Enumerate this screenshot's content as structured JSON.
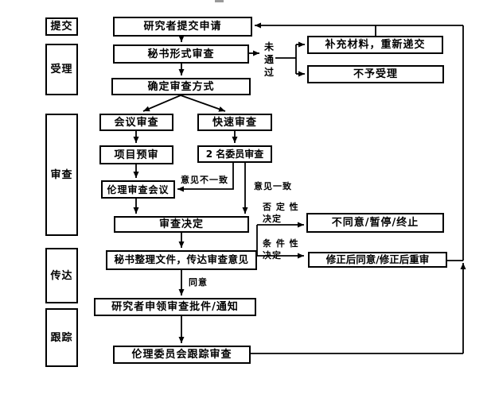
{
  "colors": {
    "line": "#000000",
    "background": "#ffffff"
  },
  "stages": [
    {
      "label": "提交"
    },
    {
      "label": "受理"
    },
    {
      "label": "审查"
    },
    {
      "label": "传达"
    },
    {
      "label": "跟踪"
    }
  ],
  "nodes": {
    "submit": "研究者提交申请",
    "formal_review": "秘书形式审查",
    "determine_method": "确定审查方式",
    "meeting_review": "会议审查",
    "project_preview": "项目预审",
    "ethics_meeting": "伦理审查会议",
    "expedited_review": "快速审查",
    "two_members_review": "2 名委员审查",
    "review_decision": "审查决定",
    "secretary_communicate": "秘书整理文件，传达审查意见",
    "researcher_receive": "研究者申领审查批件/通知",
    "follow_up_review": "伦理委员会跟踪审查",
    "supplement_resubmit": "补充材料，重新递交",
    "not_accepted": "不予受理",
    "disapprove_suspend_terminate": "不同意/暂停/终止",
    "approve_after_revision": "修正后同意/修正后重审"
  },
  "edge_labels": {
    "not_passed": "未通过",
    "opinions_differ": "意见不一致",
    "opinions_agree": "意见一致",
    "negative_decision": "否 定 性\n决定",
    "conditional_decision": "条 件 性\n决定",
    "agree": "同意"
  }
}
